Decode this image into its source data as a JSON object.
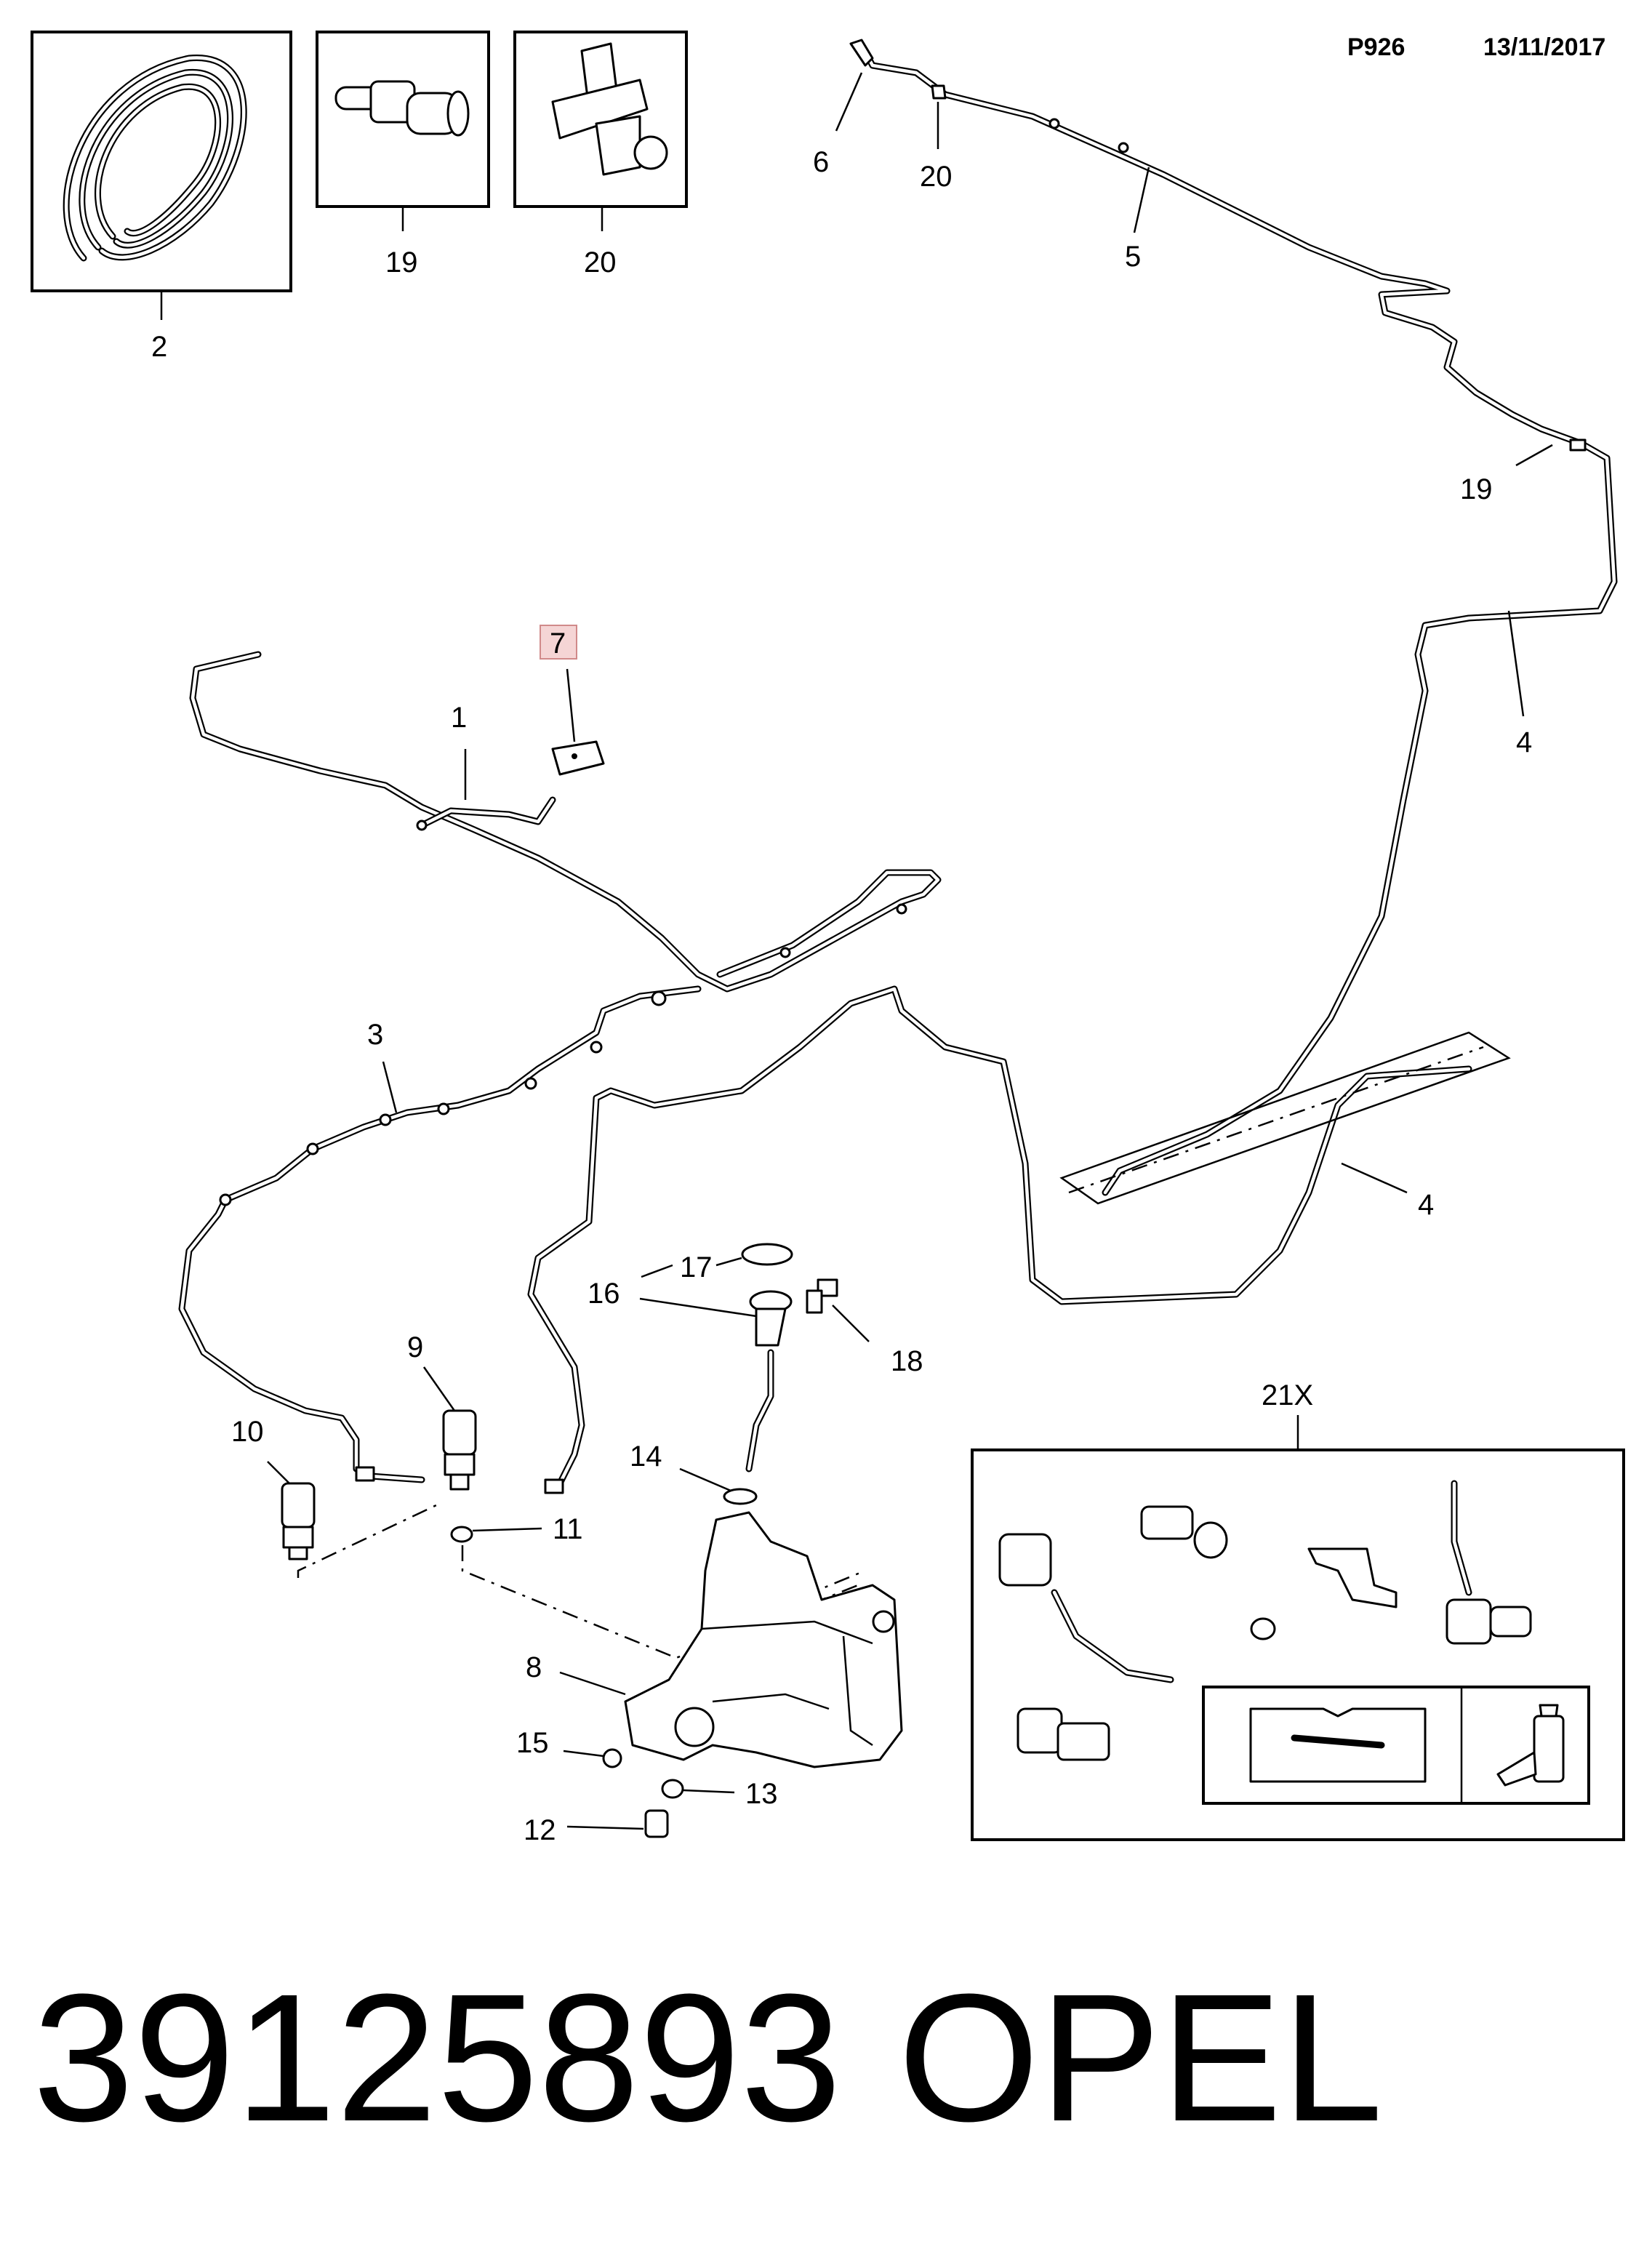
{
  "header": {
    "page_code": "P926",
    "date": "13/11/2017"
  },
  "callouts": {
    "c1": "1",
    "c2": "2",
    "c3": "3",
    "c4a": "4",
    "c4b": "4",
    "c5": "5",
    "c6": "6",
    "c7": "7",
    "c8": "8",
    "c9": "9",
    "c10": "10",
    "c11": "11",
    "c12": "12",
    "c13": "13",
    "c14": "14",
    "c15": "15",
    "c16": "16",
    "c17": "17",
    "c18": "18",
    "c19_top": "19",
    "c19_pipe": "19",
    "c20_top": "20",
    "c20_pipe": "20",
    "c21x": "21X"
  },
  "highlighted_callout": "7",
  "footer": {
    "part_number": "39125893",
    "brand": "OPEL"
  },
  "colors": {
    "highlight_fill": "#f5d5d5",
    "highlight_stroke": "#d08a8a",
    "line": "#000000"
  }
}
